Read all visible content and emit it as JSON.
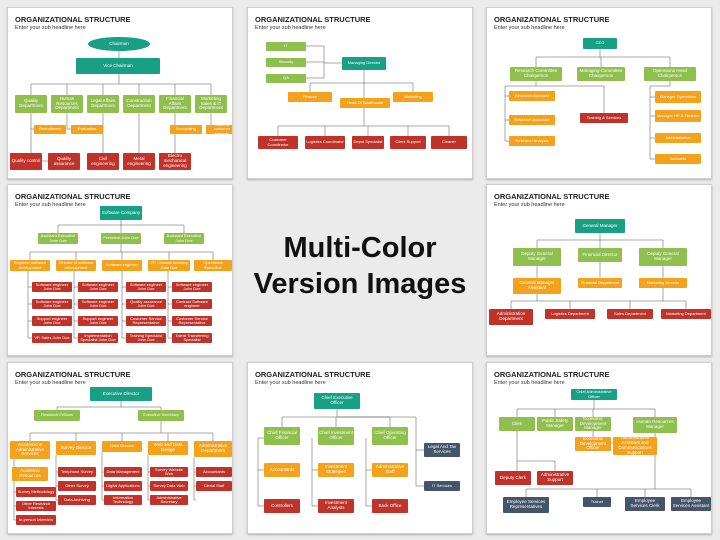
{
  "colors": {
    "teal": "#17a084",
    "green": "#8fbf4d",
    "orange": "#f4a11c",
    "red": "#c0332a",
    "slate": "#44546a"
  },
  "center": {
    "line1": "Multi-Color",
    "line2": "Version Images"
  },
  "slides": [
    {
      "title": "ORGANIZATIONAL STRUCTURE",
      "subtitle": "Enter your sub headline here",
      "boxes": [
        {
          "label": "Chairman",
          "color": "teal",
          "shape": "ellipse"
        },
        {
          "label": "Vice Chairman",
          "color": "teal"
        },
        {
          "label": "Quality Department",
          "color": "green"
        },
        {
          "label": "Human Resources Department",
          "color": "green"
        },
        {
          "label": "Legal Affairs Department",
          "color": "green"
        },
        {
          "label": "Construction Department",
          "color": "green"
        },
        {
          "label": "Financial Affairs Department",
          "color": "green"
        },
        {
          "label": "Marketing Sales & IT Department",
          "color": "green"
        },
        {
          "label": "Recruitment",
          "color": "orange"
        },
        {
          "label": "Evaluation",
          "color": "orange"
        },
        {
          "label": "Accounting",
          "color": "orange"
        },
        {
          "label": "Sales & customer services",
          "color": "orange"
        },
        {
          "label": "Quality control",
          "color": "red"
        },
        {
          "label": "Quality assurance",
          "color": "red"
        },
        {
          "label": "Civil engineering",
          "color": "red"
        },
        {
          "label": "Metal engineering",
          "color": "red"
        },
        {
          "label": "Electro mechanical engineering",
          "color": "red"
        }
      ]
    },
    {
      "title": "ORGANIZATIONAL STRUCTURE",
      "subtitle": "Enter your sub headline here",
      "boxes": [
        {
          "label": "IT",
          "color": "green"
        },
        {
          "label": "Security",
          "color": "green"
        },
        {
          "label": "QA",
          "color": "green"
        },
        {
          "label": "Managing Director",
          "color": "teal"
        },
        {
          "label": "Finance",
          "color": "orange"
        },
        {
          "label": "Head Of Warehouse",
          "color": "orange"
        },
        {
          "label": "Marketing",
          "color": "orange"
        },
        {
          "label": "Customer Coordinator",
          "color": "red"
        },
        {
          "label": "Logistics Coordinator",
          "color": "red"
        },
        {
          "label": "Depot Specialist",
          "color": "red"
        },
        {
          "label": "Client Support",
          "color": "red"
        },
        {
          "label": "Cleaner",
          "color": "red"
        }
      ]
    },
    {
      "title": "ORGANIZATIONAL STRUCTURE",
      "subtitle": "Enter your sub headline here",
      "boxes": [
        {
          "label": "CEO",
          "color": "teal"
        },
        {
          "label": "Research Committee Chairperson",
          "color": "green"
        },
        {
          "label": "Managing Committee Chairperson",
          "color": "green"
        },
        {
          "label": "Operations Head Chairperson",
          "color": "green"
        },
        {
          "label": "Research Assistant",
          "color": "orange"
        },
        {
          "label": "Research Associate",
          "color": "orange"
        },
        {
          "label": "Research Analysis",
          "color": "orange"
        },
        {
          "label": "Training & Services",
          "color": "red"
        },
        {
          "label": "Manager Operations",
          "color": "orange"
        },
        {
          "label": "Manager HR & Finance",
          "color": "orange"
        },
        {
          "label": "Administration",
          "color": "orange"
        },
        {
          "label": "Accounts",
          "color": "orange"
        }
      ]
    },
    {
      "title": "ORGANIZATIONAL STRUCTURE",
      "subtitle": "Enter your sub headline here",
      "boxes": [
        {
          "label": "Software Company",
          "color": "teal"
        },
        {
          "label": "Assistant Executive John Doe",
          "color": "green"
        },
        {
          "label": "President John Doe",
          "color": "green"
        },
        {
          "label": "Assistant Executive John Doe",
          "color": "green"
        },
        {
          "label": "Engineer software development",
          "color": "orange"
        },
        {
          "label": "Director of software development",
          "color": "orange"
        },
        {
          "label": "Software engineer",
          "color": "orange"
        },
        {
          "label": "VP, Channel learning John Doe",
          "color": "orange"
        },
        {
          "label": "Operations Executive",
          "color": "orange"
        },
        {
          "label": "Software engineer John Doe",
          "color": "red"
        },
        {
          "label": "Software engineer John Doe",
          "color": "red"
        },
        {
          "label": "Support engineer John Doe",
          "color": "red"
        },
        {
          "label": "VP, Sales John Doe",
          "color": "red"
        },
        {
          "label": "Software engineer John Doe",
          "color": "red"
        },
        {
          "label": "Software engineer John Doe",
          "color": "red"
        },
        {
          "label": "Support engineer John Doe",
          "color": "red"
        },
        {
          "label": "Implementation Specialist John Doe",
          "color": "red"
        },
        {
          "label": "Software engineer John Doe",
          "color": "red"
        },
        {
          "label": "Quality assurance John Doe",
          "color": "red"
        },
        {
          "label": "Customer Service Representative",
          "color": "red"
        },
        {
          "label": "Training Specialist John Doe",
          "color": "red"
        },
        {
          "label": "Software engineer John Doe",
          "color": "red"
        },
        {
          "label": "Contract Software engineer",
          "color": "red"
        },
        {
          "label": "Customer Service Representative",
          "color": "red"
        },
        {
          "label": "Talent Transferring Specialist",
          "color": "red"
        }
      ]
    },
    {
      "title": "ORGANIZATIONAL STRUCTURE",
      "subtitle": "Enter your sub headline here",
      "boxes": [
        {
          "label": "General Manager",
          "color": "teal"
        },
        {
          "label": "Deputy General Manager",
          "color": "green"
        },
        {
          "label": "Financial Director",
          "color": "green"
        },
        {
          "label": "Deputy General Manager",
          "color": "green"
        },
        {
          "label": "General Manager Assistant",
          "color": "orange"
        },
        {
          "label": "Financial Department",
          "color": "orange"
        },
        {
          "label": "Marketing Director",
          "color": "orange"
        },
        {
          "label": "Administration Department",
          "color": "red"
        },
        {
          "label": "Logistics Department",
          "color": "red"
        },
        {
          "label": "Sales Department",
          "color": "red"
        },
        {
          "label": "Marketing Department",
          "color": "red"
        }
      ]
    },
    {
      "title": "ORGANIZATIONAL STRUCTURE",
      "subtitle": "Enter your sub headline here",
      "boxes": [
        {
          "label": "Executive Director",
          "color": "teal"
        },
        {
          "label": "Research Fellows",
          "color": "green"
        },
        {
          "label": "Executive Secretary",
          "color": "green"
        },
        {
          "label": "Academic & Administrative Services",
          "color": "orange"
        },
        {
          "label": "Survey Director",
          "color": "orange"
        },
        {
          "label": "Data Director",
          "color": "orange"
        },
        {
          "label": "Web and Data Design",
          "color": "orange"
        },
        {
          "label": "Administrative Department",
          "color": "orange"
        },
        {
          "label": "Academic Resources",
          "color": "orange"
        },
        {
          "label": "Survey Methodology",
          "color": "red"
        },
        {
          "label": "Other Research Interests",
          "color": "red"
        },
        {
          "label": "In-person Interview",
          "color": "red"
        },
        {
          "label": "Telephone Survey",
          "color": "red"
        },
        {
          "label": "Other Survey",
          "color": "red"
        },
        {
          "label": "Data Archiving",
          "color": "red"
        },
        {
          "label": "Data Management",
          "color": "red"
        },
        {
          "label": "Digital Applications",
          "color": "red"
        },
        {
          "label": "Information Technology",
          "color": "red"
        },
        {
          "label": "Survey Website Web",
          "color": "red"
        },
        {
          "label": "Survey Data Web",
          "color": "red"
        },
        {
          "label": "Administrative Secretary",
          "color": "red"
        },
        {
          "label": "Accountants",
          "color": "red"
        },
        {
          "label": "Clerial Staff",
          "color": "red"
        }
      ]
    },
    {
      "title": "ORGANIZATIONAL STRUCTURE",
      "subtitle": "Enter your sub headline here",
      "boxes": [
        {
          "label": "Chief Executive Officer",
          "color": "teal"
        },
        {
          "label": "Chief Financial Officer",
          "color": "green"
        },
        {
          "label": "Chief Investment Officer",
          "color": "green"
        },
        {
          "label": "Chief Operating Officer",
          "color": "green"
        },
        {
          "label": "Legal And Tax Services",
          "color": "slate"
        },
        {
          "label": "IT Services",
          "color": "slate"
        },
        {
          "label": "Accountants",
          "color": "orange"
        },
        {
          "label": "Investment Strategies",
          "color": "orange"
        },
        {
          "label": "Administrative Staff",
          "color": "orange"
        },
        {
          "label": "Controllers",
          "color": "red"
        },
        {
          "label": "Investment Analysts",
          "color": "red"
        },
        {
          "label": "Back Office",
          "color": "red"
        }
      ]
    },
    {
      "title": "ORGANIZATIONAL STRUCTURE",
      "subtitle": "Enter your sub headline here",
      "boxes": [
        {
          "label": "Chief Administrative Officer",
          "color": "teal"
        },
        {
          "label": "Clerk",
          "color": "green"
        },
        {
          "label": "Public Safety Manager",
          "color": "green"
        },
        {
          "label": "Economic Development Manager",
          "color": "green"
        },
        {
          "label": "Human Resources Manager",
          "color": "green"
        },
        {
          "label": "Economic Development Officer",
          "color": "orange"
        },
        {
          "label": "Administrative Assistant and Communications Support",
          "color": "orange"
        },
        {
          "label": "Deputy Clerk",
          "color": "red"
        },
        {
          "label": "Administrative Support",
          "color": "red"
        },
        {
          "label": "Employee Services Representatives",
          "color": "slate"
        },
        {
          "label": "Trainer",
          "color": "slate"
        },
        {
          "label": "Employee Services Clerk",
          "color": "slate"
        },
        {
          "label": "Employee Services Assistant",
          "color": "slate"
        }
      ]
    }
  ]
}
